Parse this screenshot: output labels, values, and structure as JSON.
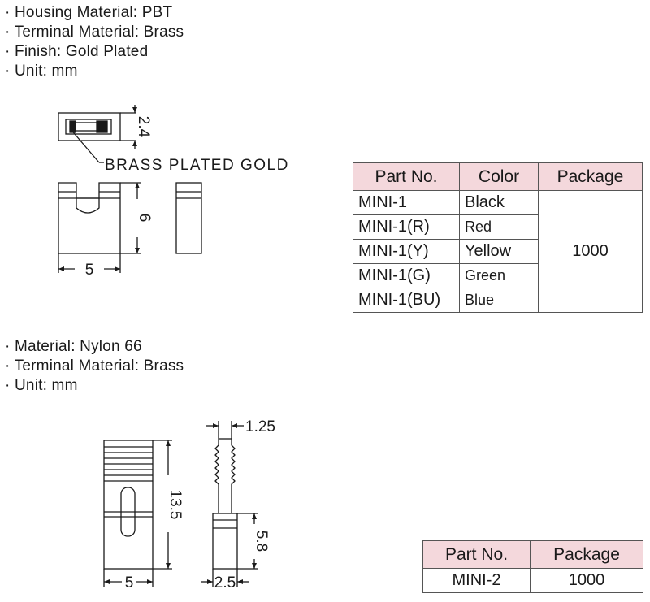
{
  "section1": {
    "specs": [
      "Housing Material: PBT",
      "Terminal Material: Brass",
      "Finish: Gold Plated",
      "Unit: mm"
    ],
    "bullet": "·",
    "dims": {
      "width": "5",
      "height": "6",
      "depth": "2.4"
    },
    "callout": "BRASS  PLATED  GOLD"
  },
  "table1": {
    "headers": [
      "Part No.",
      "Color",
      "Package"
    ],
    "rows": [
      {
        "part": "MINI-1",
        "color": "Black"
      },
      {
        "part": "MINI-1(R)",
        "color": "Red"
      },
      {
        "part": "MINI-1(Y)",
        "color": "Yellow"
      },
      {
        "part": "MINI-1(G)",
        "color": "Green"
      },
      {
        "part": "MINI-1(BU)",
        "color": "Blue"
      }
    ],
    "package": "1000"
  },
  "section2": {
    "specs": [
      "Material: Nylon 66",
      "Terminal Material: Brass",
      "Unit: mm"
    ],
    "dims": {
      "width": "5",
      "height": "13.5",
      "pitch": "1.25",
      "lower": "5.8",
      "depth": "2.5"
    }
  },
  "table2": {
    "headers": [
      "Part No.",
      "Package"
    ],
    "row": {
      "part": "MINI-2",
      "package": "1000"
    }
  },
  "colors": {
    "header_fill": "#f4d8dc",
    "border": "#555555",
    "line": "#1a1a1a"
  }
}
